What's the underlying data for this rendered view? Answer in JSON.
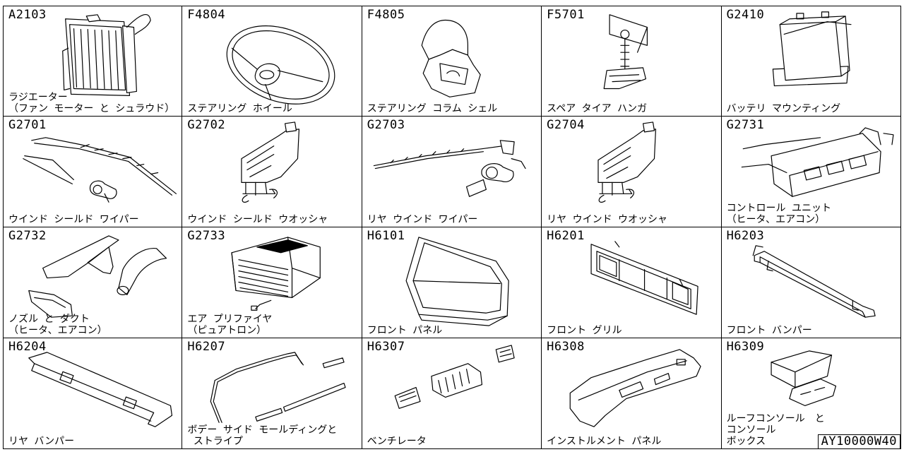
{
  "catalog_code": "AY10000W40",
  "parts": [
    {
      "code": "A2103",
      "name": "ラジエーター\n（ファン モーター と シュラウド）",
      "icon": "radiator"
    },
    {
      "code": "F4804",
      "name": "ステアリング ホイール",
      "icon": "steering-wheel"
    },
    {
      "code": "F4805",
      "name": "ステアリング コラム シェル",
      "icon": "column-shell"
    },
    {
      "code": "F5701",
      "name": "スペア タイア ハンガ",
      "icon": "spare-tire-hanger"
    },
    {
      "code": "G2410",
      "name": "バッテリ マウンティング",
      "icon": "battery"
    },
    {
      "code": "G2701",
      "name": "ウインド シールド ワイパー",
      "icon": "wiper"
    },
    {
      "code": "G2702",
      "name": "ウインド シールド ウオッシャ",
      "icon": "washer"
    },
    {
      "code": "G2703",
      "name": "リヤ ウインド ワイパー",
      "icon": "rear-wiper"
    },
    {
      "code": "G2704",
      "name": "リヤ ウインド ウオッシャ",
      "icon": "rear-washer"
    },
    {
      "code": "G2731",
      "name": "コントロール ユニット\n（ヒータ、エアコン）",
      "icon": "control-unit"
    },
    {
      "code": "G2732",
      "name": "ノズル と ダクト\n（ヒータ、エアコン）",
      "icon": "nozzle-duct"
    },
    {
      "code": "G2733",
      "name": "エア プリファイヤ\n（ピュアトロン）",
      "icon": "air-purifier"
    },
    {
      "code": "H6101",
      "name": "フロント パネル",
      "icon": "front-panel"
    },
    {
      "code": "H6201",
      "name": "フロント グリル",
      "icon": "front-grille"
    },
    {
      "code": "H6203",
      "name": "フロント バンパー",
      "icon": "front-bumper"
    },
    {
      "code": "H6204",
      "name": "リヤ バンパー",
      "icon": "rear-bumper"
    },
    {
      "code": "H6207",
      "name": "ボデー サイド モールディングと\n ストライプ",
      "icon": "side-molding"
    },
    {
      "code": "H6307",
      "name": "ベンチレータ",
      "icon": "ventilator"
    },
    {
      "code": "H6308",
      "name": "インストルメント パネル",
      "icon": "instrument-panel"
    },
    {
      "code": "H6309",
      "name": "ルーフコンソール　と\nコンソール\nボックス",
      "icon": "console-box"
    }
  ]
}
